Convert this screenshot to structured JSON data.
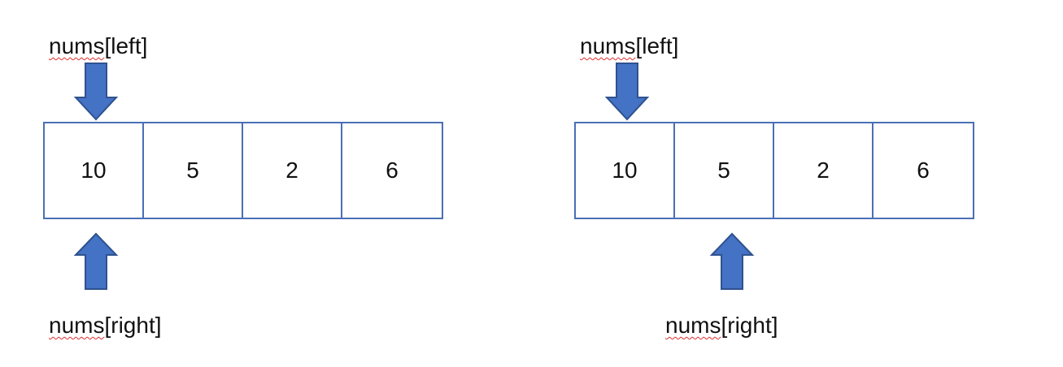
{
  "panels": [
    {
      "top_label": {
        "word": "nums",
        "rest": "[left]"
      },
      "bottom_label": {
        "word": "nums",
        "rest": "[right]"
      },
      "cells": [
        "10",
        "5",
        "2",
        "6"
      ],
      "left_pointer_index": 0,
      "right_pointer_index": 0
    },
    {
      "top_label": {
        "word": "nums",
        "rest": "[left]"
      },
      "bottom_label": {
        "word": "nums",
        "rest": "[right]"
      },
      "cells": [
        "10",
        "5",
        "2",
        "6"
      ],
      "left_pointer_index": 0,
      "right_pointer_index": 1
    }
  ],
  "colors": {
    "arrow_fill": "#4472c4",
    "arrow_stroke": "#2f528f",
    "cell_border": "#4a6fb5"
  }
}
